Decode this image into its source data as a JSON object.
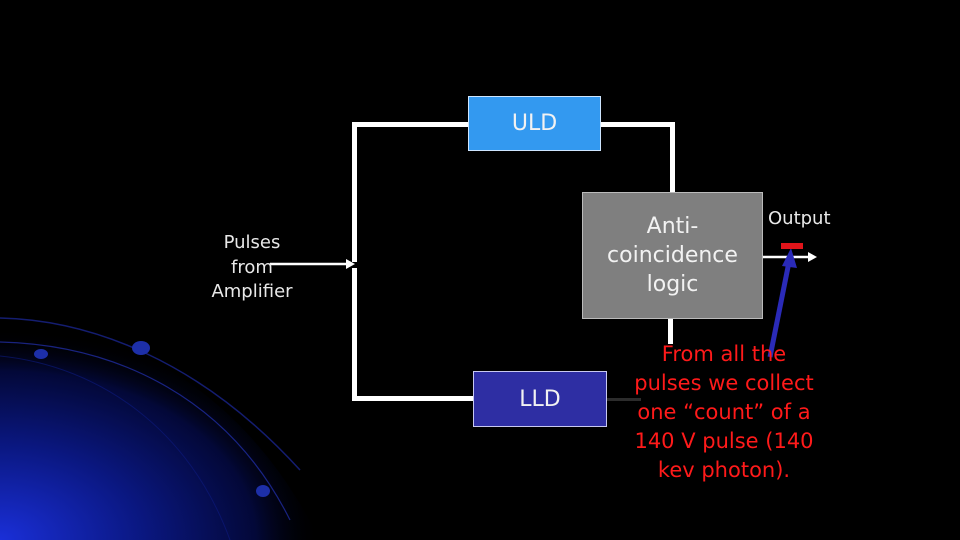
{
  "diagram": {
    "uld": {
      "label": "ULD"
    },
    "lld": {
      "label": "LLD"
    },
    "logic": {
      "label_line1": "Anti-",
      "label_line2": "coincidence",
      "label_line3": "logic"
    },
    "input": {
      "line1": "Pulses",
      "line2": "from",
      "line3": "Amplifier"
    },
    "output": {
      "label": "Output"
    },
    "note": {
      "line1": "From all the",
      "line2": "pulses we collect",
      "line3": "one “count” of a",
      "line4": "140 V pulse (140",
      "line5": "kev photon)."
    }
  },
  "colors": {
    "background": "#000000",
    "uld_box": "#3399f0",
    "lld_box": "#2e2ea3",
    "logic_box": "#7f7f7f",
    "wires": "#ffffff",
    "note_text": "#ff1a1a",
    "pointer_arrow": "#2a2ab8",
    "output_marker": "#e0141a"
  }
}
